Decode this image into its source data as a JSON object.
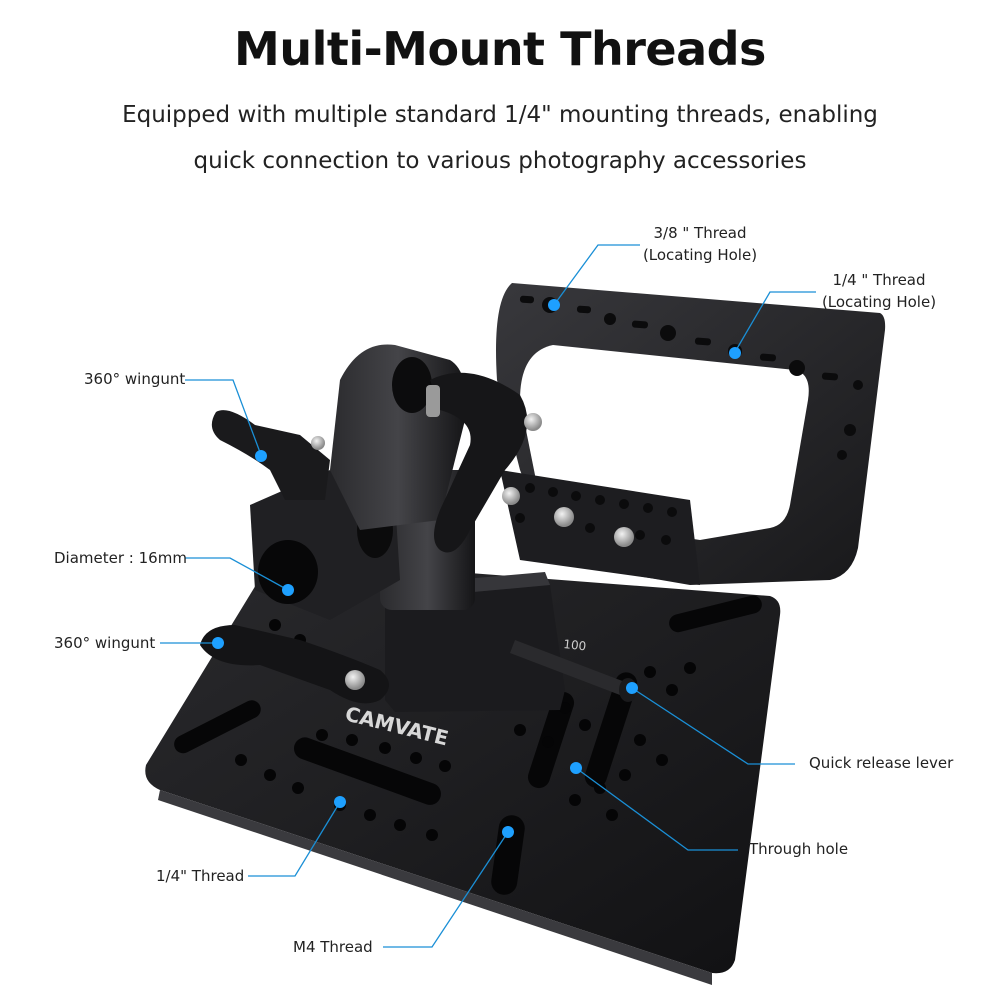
{
  "header": {
    "title": "Multi-Mount Threads",
    "subtitle_line1": "Equipped with multiple standard 1/4\" mounting threads, enabling",
    "subtitle_line2": "quick connection to various photography accessories"
  },
  "product": {
    "brand_text": "CAMVATE",
    "scale_mark": "100"
  },
  "callouts": {
    "thread_38_line1": "3/8 \" Thread",
    "thread_38_line2": "(Locating Hole)",
    "thread_14_top_line1": "1/4 \" Thread",
    "thread_14_top_line2": "(Locating Hole)",
    "wingunt_upper": "360° wingunt",
    "diameter": "Diameter : 16mm",
    "wingunt_lower": "360° wingunt",
    "quick_release": "Quick release lever",
    "through_hole": "Through hole",
    "thread_14_bottom": "1/4\" Thread",
    "m4_thread": "M4 Thread"
  },
  "colors": {
    "callout_line": "#1a8fd6",
    "marker_dot": "#1ea0ff",
    "metal": "#1c1c1e"
  }
}
